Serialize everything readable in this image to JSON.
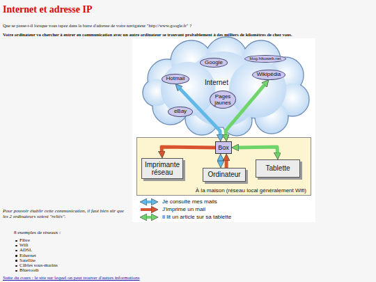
{
  "diagram": {
    "title": "Internet et adresse IP",
    "nodes": [
      {
        "text": [
          "Internet"
        ]
      },
      {
        "text": [
          "Google"
        ],
        "in": 0
      },
      {
        "text": [
          "blog.hikoweb.net"
        ],
        "in": 0
      },
      {
        "text": [
          "Hotmail"
        ],
        "in": 0
      },
      {
        "text": [
          "Wikipédia"
        ],
        "in": 0
      },
      {
        "text": [
          "Pages jaunes"
        ],
        "in": 0
      },
      {
        "text": [
          "eBay"
        ],
        "in": 0
      },
      {
        "text": [
          "À la maison (réseau local généralement Wifi)"
        ]
      },
      {
        "text": [
          "Box"
        ],
        "in": 7
      },
      {
        "text": [
          "Imprimante réseau"
        ],
        "in": 7
      },
      {
        "text": [
          "Ordinateur"
        ],
        "in": 7
      },
      {
        "text": [
          "Tablette"
        ],
        "in": 7
      }
    ],
    "edges": [
      {
        "from": 8,
        "to": 3,
        "arrow": "both"
      },
      {
        "from": 10,
        "to": 8,
        "arrow": "both"
      },
      {
        "from": 10,
        "to": 8,
        "arrow": "to"
      },
      {
        "from": 8,
        "to": 9,
        "arrow": "to"
      },
      {
        "from": 8,
        "to": 11,
        "arrow": "both"
      },
      {
        "from": 8,
        "to": 4,
        "arrow": "both"
      }
    ],
    "labels": [
      "Que se passe-t-il lorsque vous tapez dans la barre d'adresse de votre navigateur \"http://www.google.fr\" ?",
      "Votre ordinateur va chercher à entrer en communication avec un autre ordinateur se trouvant probablement à des milliers de kilomètres de chez vous.",
      "Pour pouvoir établir cette communication, il faut bien sûr que les 2 ordinateurs soient \"reliés\".",
      "8 exemples de réseaux :",
      "Fibre",
      "Wifi",
      "ADSL",
      "Ethernet",
      "Satellite",
      "Câbles sous-marins",
      "Bluetooth",
      "Suite du cours : le site sur lequel on peut trouver d'autres informations"
    ],
    "legend": [
      {
        "text": "Je consulte mes mails"
      },
      {
        "text": "J'imprime un mail"
      },
      {
        "text": "Il lit un article sur sa tablette"
      }
    ]
  }
}
